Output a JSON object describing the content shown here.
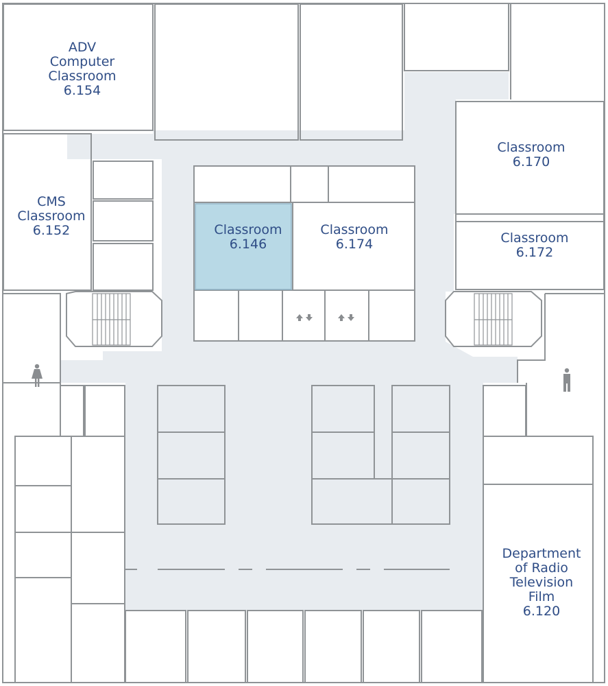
{
  "map": {
    "colors": {
      "corridor": "#e8ecf0",
      "wall": "#8f9396",
      "highlight_fill": "#b8d9e6",
      "highlight_stroke": "#8fb3c6",
      "label": "#2f4d86",
      "icon": "#8a8d90"
    },
    "highlighted_room": "6.146",
    "rooms": {
      "r6154": {
        "name": "ADV Computer Classroom",
        "lines": [
          "ADV",
          "Computer",
          "Classroom",
          "6.154"
        ]
      },
      "r6152": {
        "name": "CMS Classroom",
        "lines": [
          "CMS",
          "Classroom",
          "6.152"
        ]
      },
      "r6146": {
        "name": "Classroom",
        "lines": [
          "Classroom",
          "6.146"
        ]
      },
      "r6174": {
        "name": "Classroom",
        "lines": [
          "Classroom",
          "6.174"
        ]
      },
      "r6170": {
        "name": "Classroom",
        "lines": [
          "Classroom",
          "6.170"
        ]
      },
      "r6172": {
        "name": "Classroom",
        "lines": [
          "Classroom",
          "6.172"
        ]
      },
      "r6120": {
        "name": "Department of Radio Television Film",
        "lines": [
          "Department",
          "of Radio",
          "Television",
          "Film",
          "6.120"
        ]
      }
    },
    "icons": [
      "stairs-icon",
      "stairs-icon",
      "elevator-icon",
      "elevator-icon",
      "womens-restroom-icon",
      "mens-restroom-icon"
    ]
  }
}
